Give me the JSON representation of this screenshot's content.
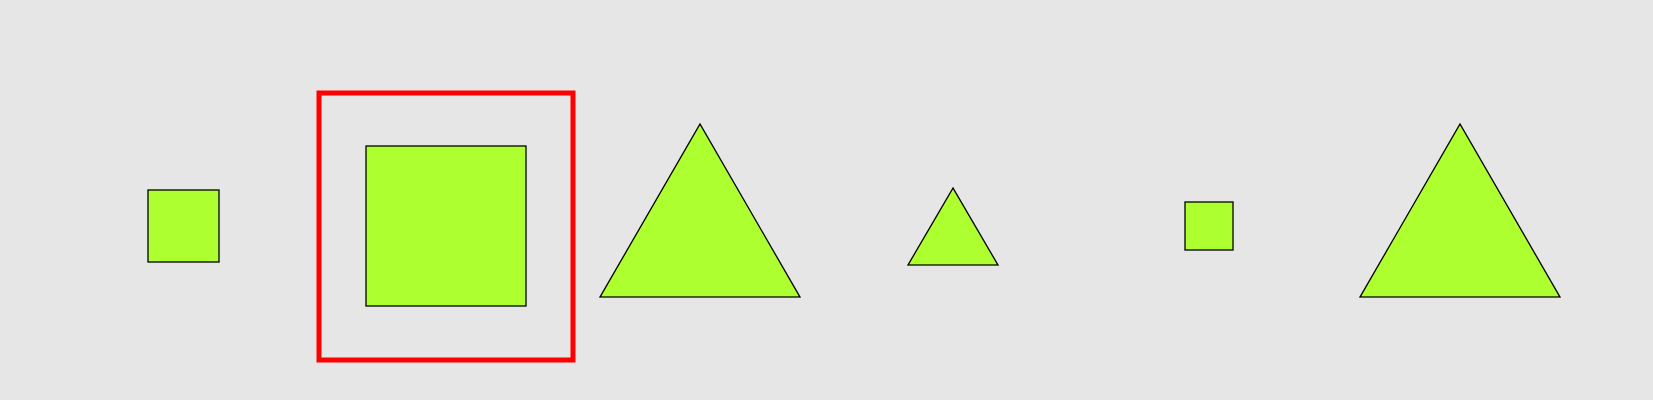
{
  "colors": {
    "background": "#e6e6e6",
    "shape_fill": "#adff2f",
    "shape_stroke": "#000000",
    "highlight": "#ff0000"
  },
  "shapes": [
    {
      "name": "shape-1",
      "kind": "square",
      "highlighted": false
    },
    {
      "name": "shape-2",
      "kind": "square",
      "highlighted": true
    },
    {
      "name": "shape-3",
      "kind": "triangle",
      "highlighted": false
    },
    {
      "name": "shape-4",
      "kind": "triangle",
      "highlighted": false
    },
    {
      "name": "shape-5",
      "kind": "square",
      "highlighted": false
    },
    {
      "name": "shape-6",
      "kind": "triangle",
      "highlighted": false
    }
  ]
}
